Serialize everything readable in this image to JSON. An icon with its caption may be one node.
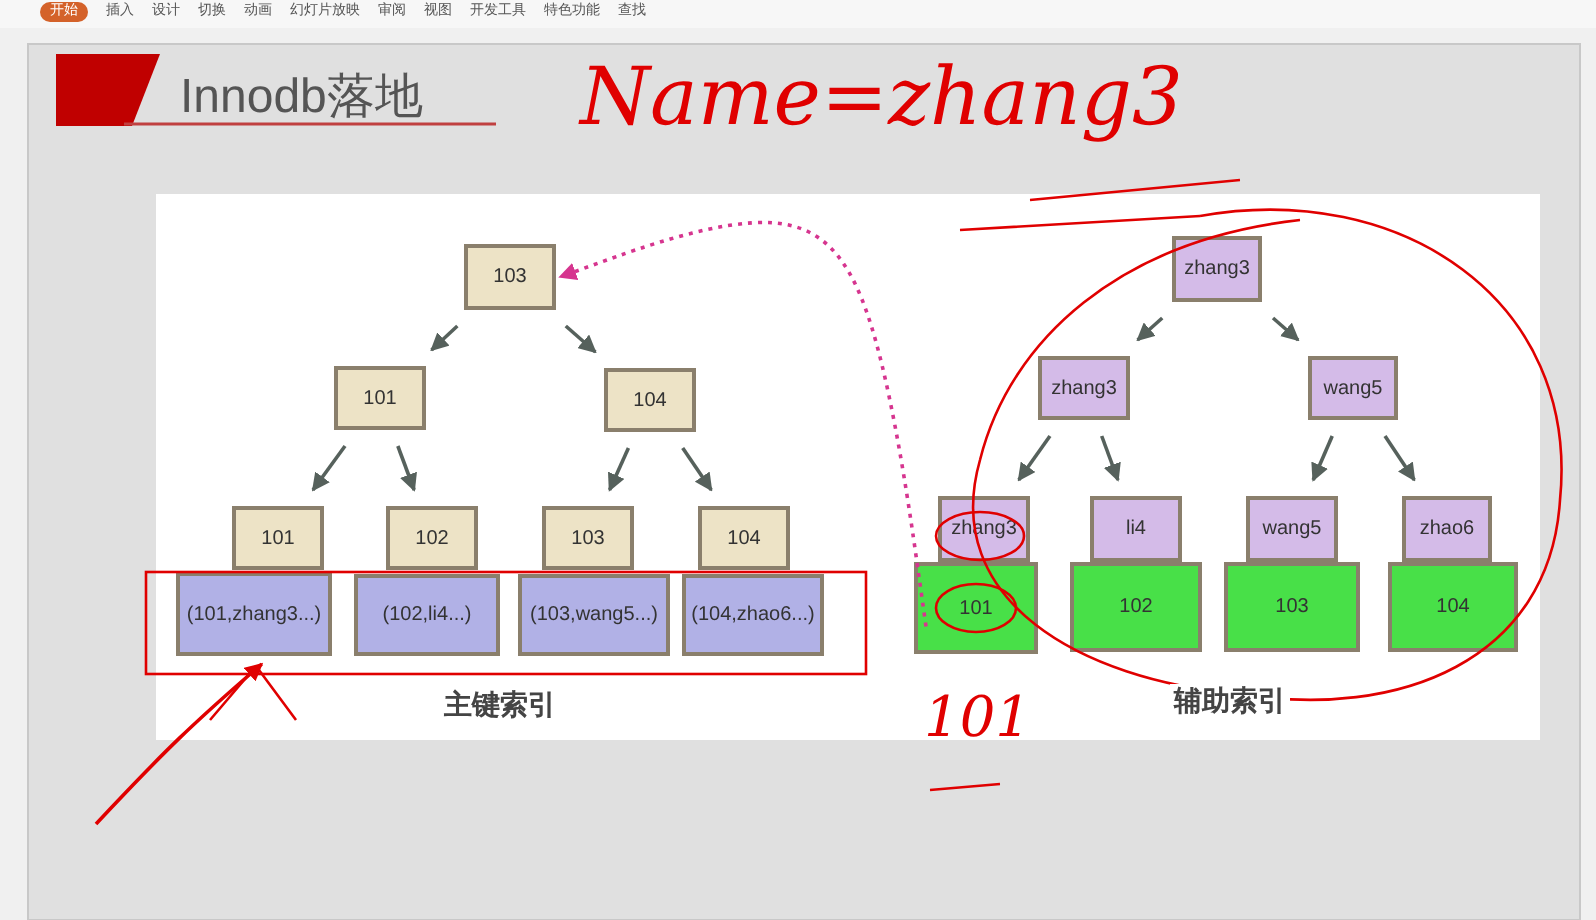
{
  "diagram": {
    "title": "Innodb落地",
    "nodes": [
      {
        "text": [
          "103"
        ]
      },
      {
        "text": [
          "101"
        ]
      },
      {
        "text": [
          "104"
        ]
      },
      {
        "text": [
          "101"
        ]
      },
      {
        "text": [
          "102"
        ]
      },
      {
        "text": [
          "103"
        ]
      },
      {
        "text": [
          "104"
        ]
      },
      {
        "text": [
          "(101,zhang3...)"
        ]
      },
      {
        "text": [
          "(102,li4...)"
        ]
      },
      {
        "text": [
          "(103,wang5...)"
        ]
      },
      {
        "text": [
          "(104,zhao6...)"
        ]
      },
      {
        "text": [
          "zhang3"
        ]
      },
      {
        "text": [
          "zhang3"
        ]
      },
      {
        "text": [
          "wang5"
        ]
      },
      {
        "text": [
          "zhang3"
        ]
      },
      {
        "text": [
          "li4"
        ]
      },
      {
        "text": [
          "wang5"
        ]
      },
      {
        "text": [
          "zhao6"
        ]
      },
      {
        "text": [
          "101"
        ]
      },
      {
        "text": [
          "102"
        ]
      },
      {
        "text": [
          "103"
        ]
      },
      {
        "text": [
          "104"
        ]
      }
    ],
    "edges": [
      {
        "from": 0,
        "to": 1,
        "arrow": "to"
      },
      {
        "from": 0,
        "to": 2,
        "arrow": "to"
      },
      {
        "from": 1,
        "to": 3,
        "arrow": "to"
      },
      {
        "from": 1,
        "to": 4,
        "arrow": "to"
      },
      {
        "from": 2,
        "to": 5,
        "arrow": "to"
      },
      {
        "from": 2,
        "to": 6,
        "arrow": "to"
      },
      {
        "from": 11,
        "to": 12,
        "arrow": "to"
      },
      {
        "from": 11,
        "to": 13,
        "arrow": "to"
      },
      {
        "from": 12,
        "to": 14,
        "arrow": "to"
      },
      {
        "from": 12,
        "to": 15,
        "arrow": "to"
      },
      {
        "from": 13,
        "to": 16,
        "arrow": "to"
      },
      {
        "from": 13,
        "to": 17,
        "arrow": "to"
      },
      {
        "from": 18,
        "to": 0,
        "arrow": "to",
        "style": "dashed",
        "color": "#d6358f"
      },
      {
        "from": null,
        "to": 7,
        "arrow": "to",
        "color": "#e00000"
      }
    ],
    "labels": [
      "开始",
      "插入",
      "设计",
      "切换",
      "动画",
      "幻灯片放映",
      "审阅",
      "视图",
      "开发工具",
      "特色功能",
      "查找",
      "主键索引",
      "辅助索引",
      "Name=zhang3",
      "101"
    ]
  }
}
